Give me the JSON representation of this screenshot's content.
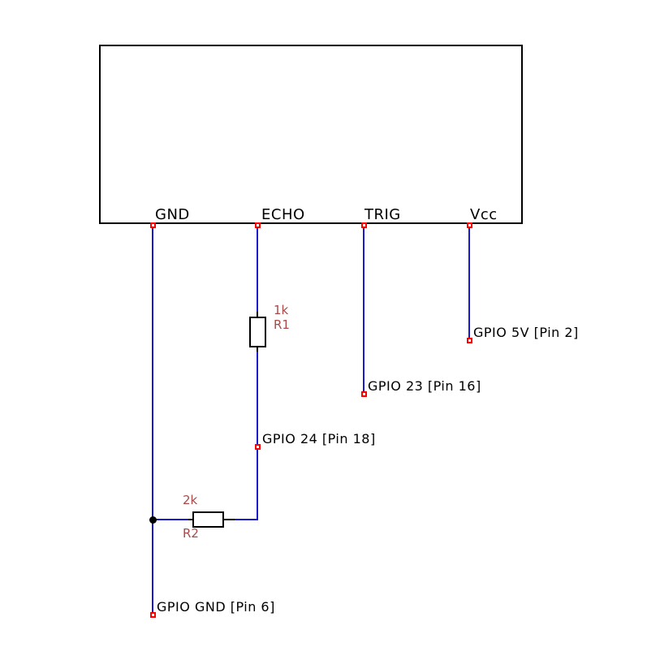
{
  "schematic": {
    "component": {
      "pins": [
        {
          "label": "GND"
        },
        {
          "label": "ECHO"
        },
        {
          "label": "TRIG"
        },
        {
          "label": "Vcc"
        }
      ]
    },
    "resistors": [
      {
        "designator": "R1",
        "value": "1k"
      },
      {
        "designator": "R2",
        "value": "2k"
      }
    ],
    "net_labels": [
      {
        "text": "GPIO 5V [Pin 2]"
      },
      {
        "text": "GPIO 23 [Pin 16]"
      },
      {
        "text": "GPIO 24 [Pin 18]"
      },
      {
        "text": "GPIO GND [Pin 6]"
      }
    ],
    "colors": {
      "wire": "#1a1acc",
      "terminal": "#ff0000",
      "resistor_label": "#a94a4a",
      "line": "#000000"
    }
  }
}
